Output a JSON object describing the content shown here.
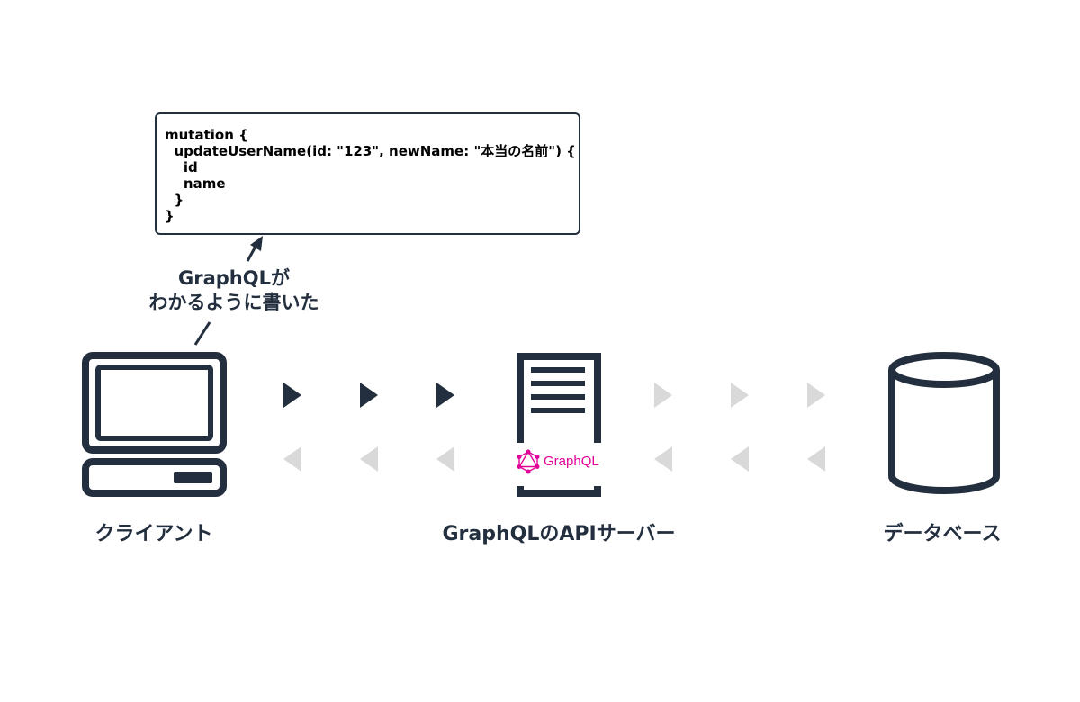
{
  "code_box": {
    "lines": [
      "mutation {",
      "  updateUserName(id: \"123\", newName: \"本当の名前\") {",
      "    id",
      "    name",
      "  }",
      "}"
    ]
  },
  "note": {
    "line1": "GraphQLが",
    "line2": "わかるように書いた"
  },
  "nodes": {
    "client": "クライアント",
    "api_server": "GraphQLのAPIサーバー",
    "database": "データベース"
  },
  "graphql_logo": {
    "text": "GraphQL",
    "color": "#e10098"
  },
  "colors": {
    "icon": "#232f3e",
    "active_arrow": "#232f3e",
    "inactive_arrow": "#d9d9d9",
    "brand": "#e10098"
  },
  "arrows": {
    "client_to_server": "active",
    "server_to_database": "inactive",
    "database_to_server": "inactive",
    "server_to_client": "inactive"
  }
}
